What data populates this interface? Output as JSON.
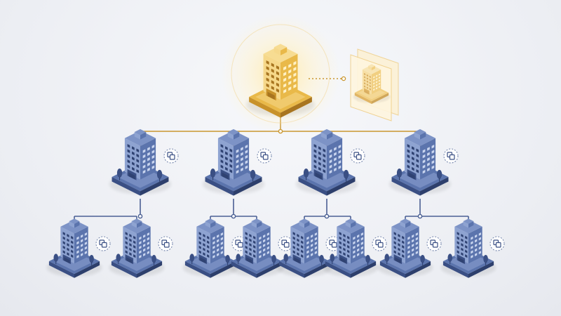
{
  "colors": {
    "background": "#eceef3",
    "root_gold": "#e9b949",
    "root_gold_dark": "#c8922a",
    "root_gold_light": "#f6d88a",
    "root_glow": "#ffe7a8",
    "node_blue": "#5b74ad",
    "node_blue_dark": "#3a4f84",
    "node_blue_light": "#8ea3d1",
    "connector_gold": "#c9962f",
    "connector_blue": "#4a5f93",
    "copy_badge_border": "#6d7fa8"
  },
  "icons": {
    "root": "office-building-icon",
    "branch": "office-building-icon",
    "badge": "copy-icon",
    "replica": "building-replica-icon"
  },
  "diagram": {
    "root": {
      "kind": "headquarters",
      "replica": true
    },
    "tiers": [
      {
        "level": 1,
        "count": 4,
        "badge": "copy-icon"
      },
      {
        "level": 2,
        "count": 8,
        "badge": "copy-icon",
        "children_per_parent": 2
      }
    ]
  }
}
